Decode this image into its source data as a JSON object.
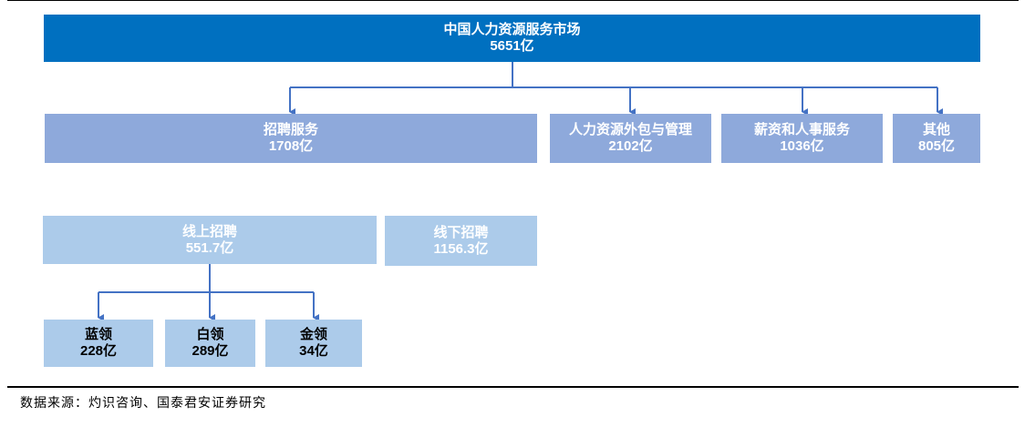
{
  "diagram": {
    "root": {
      "title": "中国人力资源服务市场",
      "value": "5651亿"
    },
    "level1": [
      {
        "id": "recruit",
        "title": "招聘服务",
        "value": "1708亿"
      },
      {
        "id": "outsourcing",
        "title": "人力资源外包与管理",
        "value": "2102亿"
      },
      {
        "id": "payroll",
        "title": "薪资和人事服务",
        "value": "1036亿"
      },
      {
        "id": "other",
        "title": "其他",
        "value": "805亿"
      }
    ],
    "level2": [
      {
        "id": "online",
        "title": "线上招聘",
        "value": "551.7亿"
      },
      {
        "id": "offline",
        "title": "线下招聘",
        "value": "1156.3亿"
      }
    ],
    "level3": [
      {
        "id": "blue",
        "title": "蓝领",
        "value": "228亿"
      },
      {
        "id": "white",
        "title": "白领",
        "value": "289亿"
      },
      {
        "id": "gold",
        "title": "金领",
        "value": "34亿"
      }
    ]
  },
  "source": "数据来源：灼识咨询、国泰君安证券研究",
  "colors": {
    "root": "#0070C0",
    "level1": "#8EA9DB",
    "level2": "#ACCBEA",
    "connector": "#4472C4"
  }
}
